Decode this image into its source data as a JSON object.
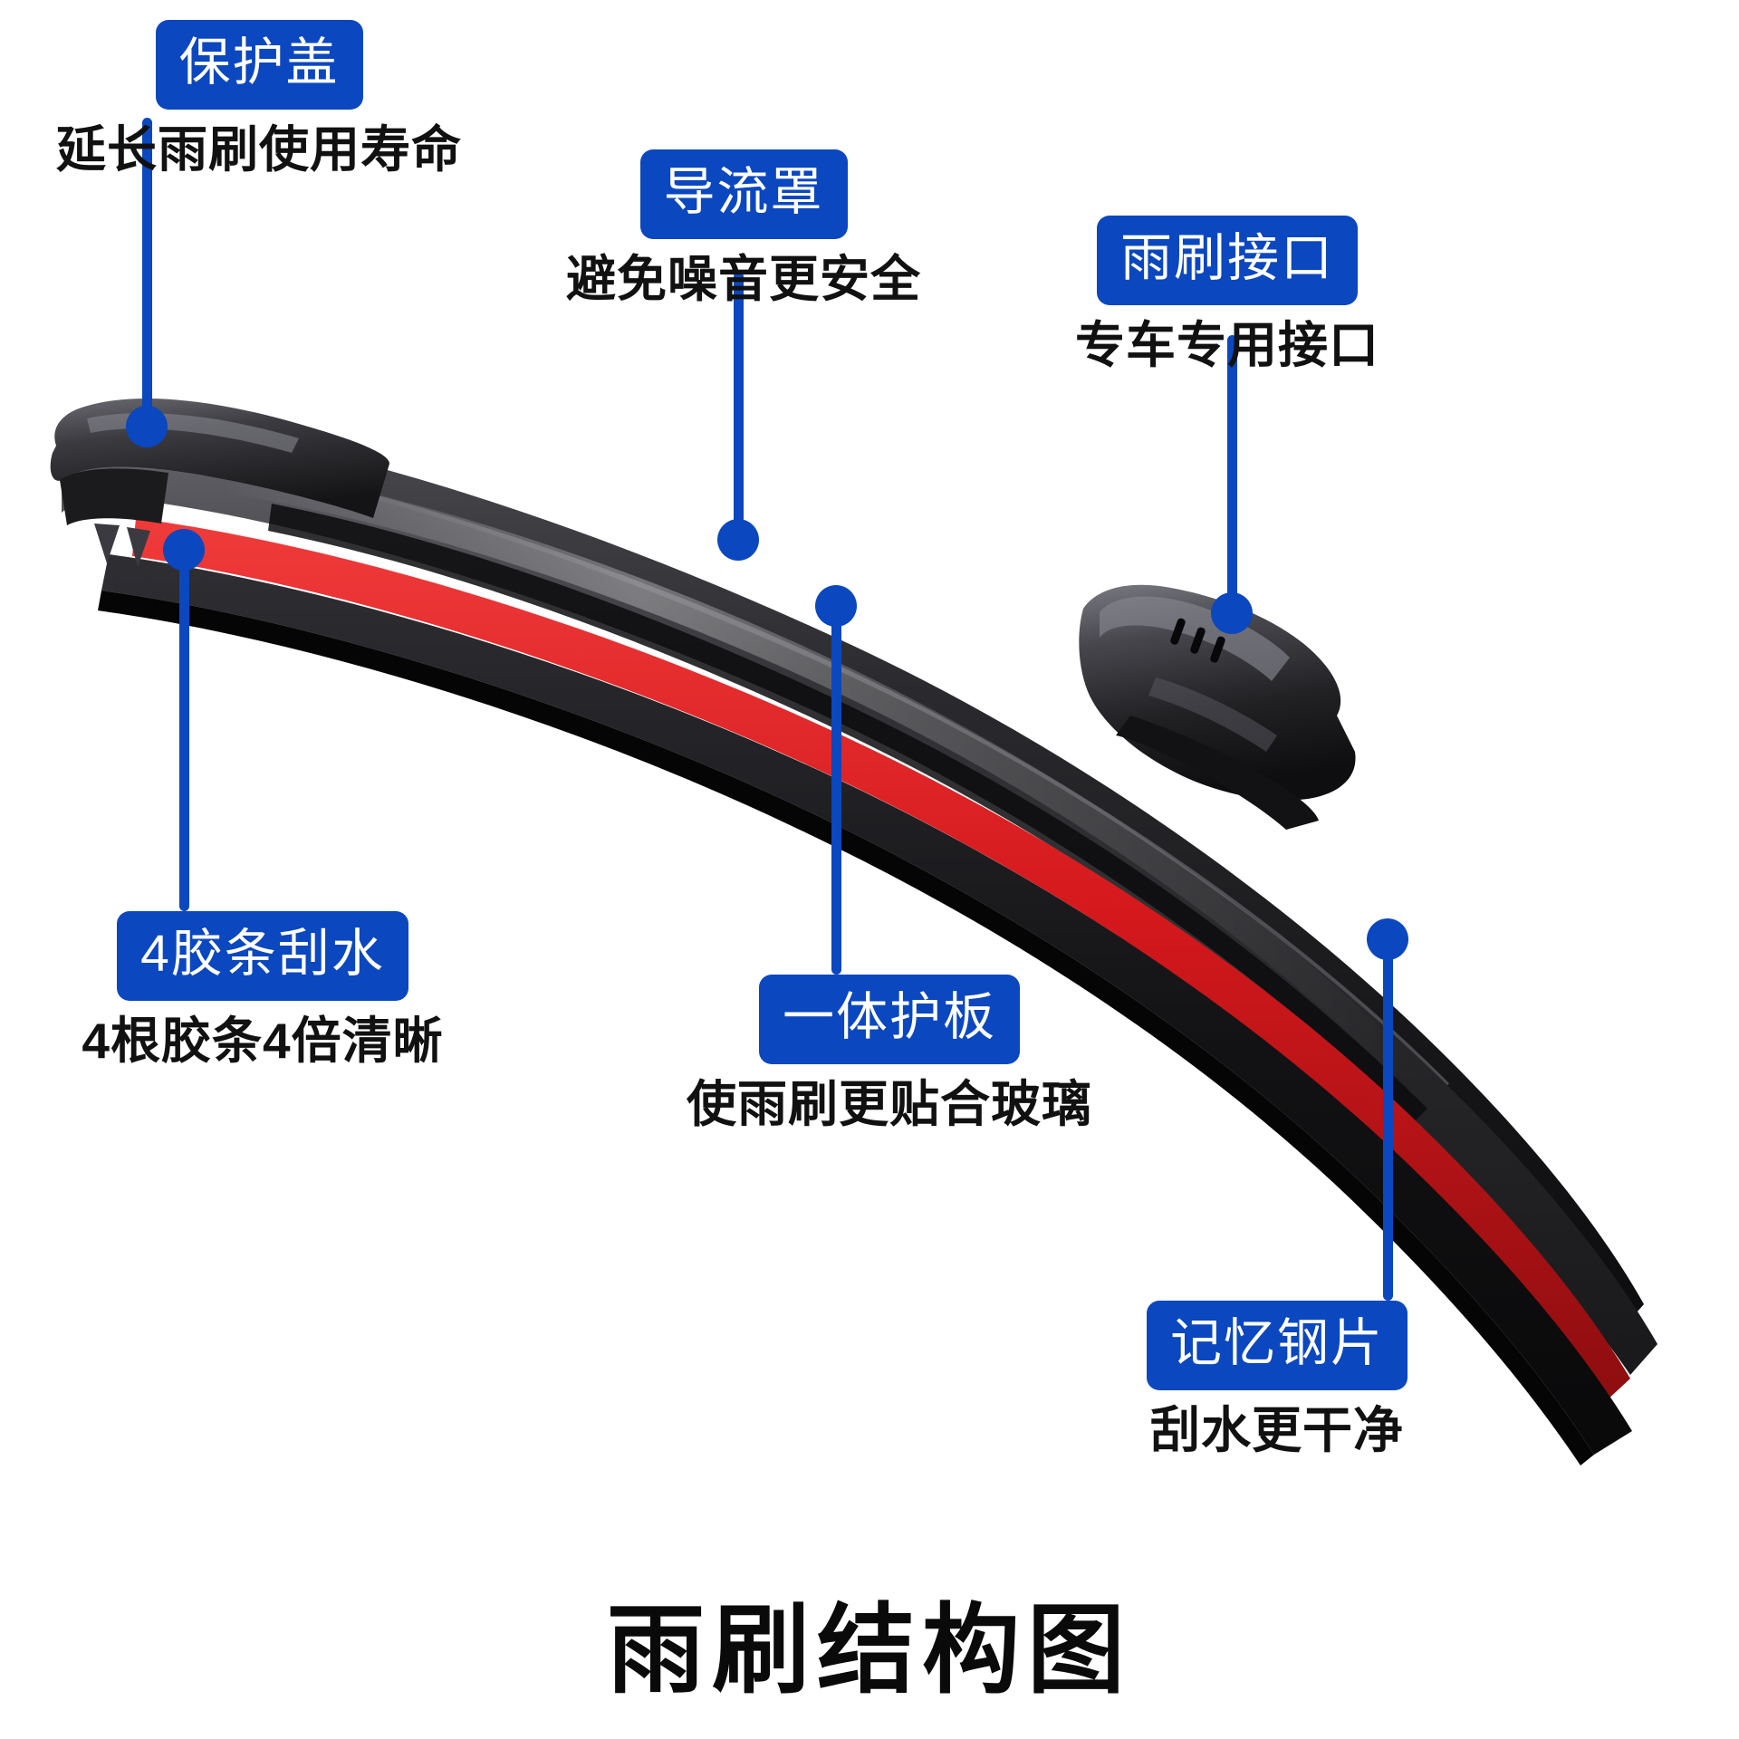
{
  "page": {
    "title": "雨刷结构图",
    "background_color": "#ffffff",
    "accent_color": "#0b47bf",
    "text_color": "#111111"
  },
  "product": {
    "name": "雨刷",
    "body_color": "#1d1d1f",
    "stripe_color": "#d61d20",
    "highlight_color": "#6e6e73"
  },
  "callouts": [
    {
      "id": "protective-cover",
      "badge": "保护盖",
      "subtitle": "延长雨刷使用寿命"
    },
    {
      "id": "air-deflector",
      "badge": "导流罩",
      "subtitle": "避免噪音更安全"
    },
    {
      "id": "wiper-connector",
      "badge": "雨刷接口",
      "subtitle": "专车专用接口"
    },
    {
      "id": "four-rubber-strips",
      "badge": "4胶条刮水",
      "subtitle": "4根胶条4倍清晰"
    },
    {
      "id": "integrated-guard-plate",
      "badge": "一体护板",
      "subtitle": "使雨刷更贴合玻璃"
    },
    {
      "id": "memory-steel-strip",
      "badge": "记忆钢片",
      "subtitle": "刮水更干净"
    }
  ]
}
